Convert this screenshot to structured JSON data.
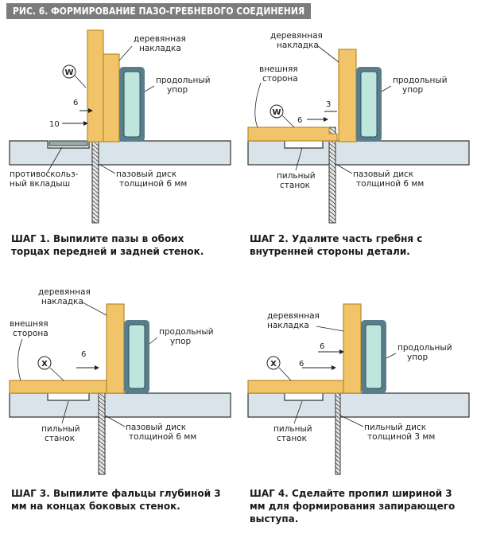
{
  "title": "РИС. 6. ФОРМИРОВАНИЕ ПАЗО-ГРЕБНЕВОГО СОЕДИНЕНИЯ",
  "colors": {
    "wood": "#f2c46a",
    "wood_edge": "#b88a2a",
    "table": "#d9e4ea",
    "fence": "#bfe6dc",
    "fence_edge": "#5a7d8a",
    "title_bg": "#7a7c7e"
  },
  "panel1": {
    "labels": {
      "overlay": [
        "деревянная",
        "накладка"
      ],
      "fence": [
        "продольный",
        "упор"
      ],
      "insert": [
        "противоскольз-",
        "ный вкладыш"
      ],
      "disc": [
        "пазовый диск",
        "толщиной 6 мм"
      ]
    },
    "dims": {
      "d6": "6",
      "d10": "10"
    },
    "symbol": "W",
    "step": "ШАГ 1. Выпилите пазы в обоих торцах передней и задней стенок."
  },
  "panel2": {
    "labels": {
      "overlay": [
        "деревянная",
        "накладка"
      ],
      "outer": [
        "внешняя",
        "сторона"
      ],
      "fence": [
        "продольный",
        "упор"
      ],
      "saw": [
        "пильный",
        "станок"
      ],
      "disc": [
        "пазовый диск",
        "толщиной 6 мм"
      ]
    },
    "dims": {
      "d6": "6",
      "d3": "3"
    },
    "symbol": "W",
    "step": "ШАГ 2. Удалите часть гребня с внутренней стороны детали."
  },
  "panel3": {
    "labels": {
      "overlay": [
        "деревянная",
        "накладка"
      ],
      "outer": [
        "внешняя",
        "сторона"
      ],
      "fence": [
        "продольный",
        "упор"
      ],
      "saw": [
        "пильный",
        "станок"
      ],
      "disc": [
        "пазовый диск",
        "толщиной 6 мм"
      ]
    },
    "dims": {
      "d6": "6"
    },
    "symbol": "X",
    "step": "ШАГ 3. Выпилите фальцы глубиной 3 мм на концах боковых стенок."
  },
  "panel4": {
    "labels": {
      "overlay": [
        "деревянная",
        "накладка"
      ],
      "fence": [
        "продольный",
        "упор"
      ],
      "saw": [
        "пильный",
        "станок"
      ],
      "disc": [
        "пильный диск",
        "толщиной 3 мм"
      ]
    },
    "dims": {
      "d6a": "6",
      "d6b": "6"
    },
    "symbol": "X",
    "step": "ШАГ 4. Сделайте пропил шириной 3 мм для формирования запирающего выступа."
  }
}
